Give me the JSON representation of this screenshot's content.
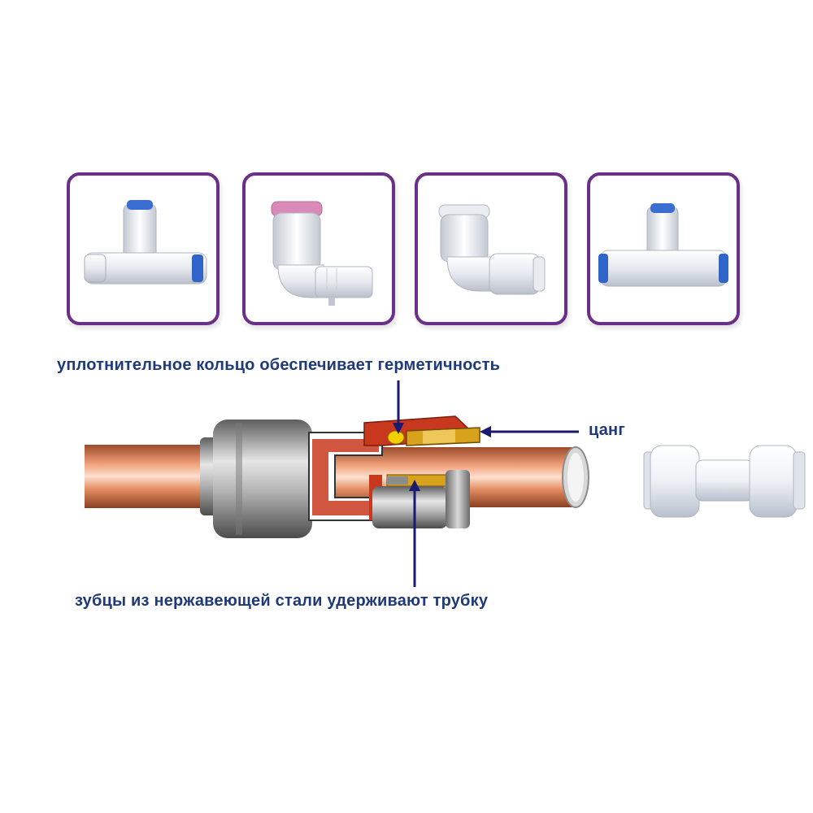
{
  "colors": {
    "frame": "#6a2f86",
    "label_text": "#1e3a78",
    "arrow": "#1a1a6e",
    "pipe_copper": "#c9673b",
    "body_red": "#c8381f",
    "seal_yellow": "#e8c400",
    "collet_gold": "#d9a21c",
    "steel_gray": "#9a9a9a"
  },
  "products": [
    {
      "kind": "tee-fitting-blue-caps"
    },
    {
      "kind": "elbow-fitting-pink-collar"
    },
    {
      "kind": "elbow-fitting-white"
    },
    {
      "kind": "tee-fitting-blue-caps-horizontal"
    }
  ],
  "labels": {
    "seal": "уплотнительное кольцо обеспечивает герметичность",
    "collet": "цанг",
    "teeth": "зубцы из нержавеющей стали удерживают трубку"
  }
}
